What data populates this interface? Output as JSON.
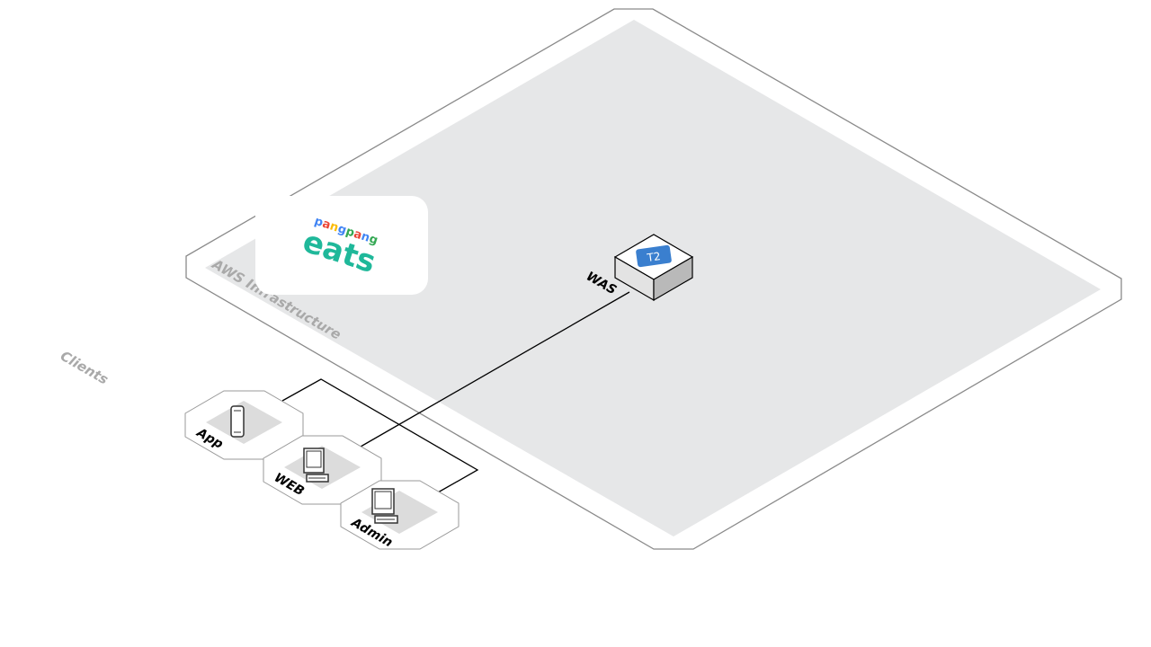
{
  "groups": {
    "aws": "AWS Infrastructure",
    "clients": "Clients"
  },
  "logo": {
    "top": "pangpang",
    "main": "eats",
    "top_colors": [
      "#4285f4",
      "#ea4335",
      "#fbbc05",
      "#4285f4",
      "#34a853",
      "#ea4335",
      "#4285f4",
      "#34a853"
    ],
    "main_color": "#1fb89a"
  },
  "nodes": {
    "was": {
      "label": "WAS",
      "badge": "T2",
      "badge_color": "#3a7fcf"
    },
    "app": {
      "label": "App"
    },
    "web": {
      "label": "WEB"
    },
    "admin": {
      "label": "Admin"
    }
  },
  "colors": {
    "platform_fill": "#e6e7e8",
    "platform_stroke": "#8a8a8a",
    "group_label": "#a9a9a9"
  }
}
